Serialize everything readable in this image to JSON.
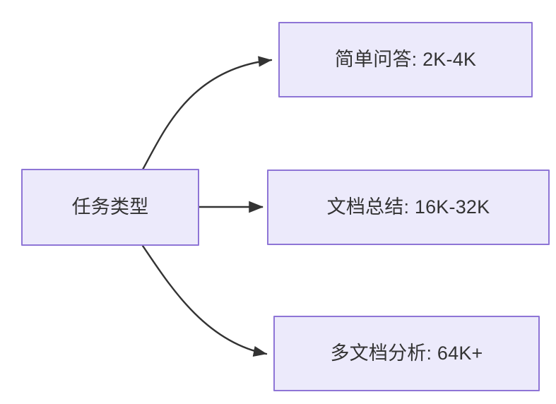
{
  "diagram": {
    "title": "任务类型",
    "type": "flowchart",
    "direction": "left-to-right",
    "background_color": "#FFFFFF",
    "node_fill_color": "#ECEAFB",
    "node_border_color": "#8E75D6",
    "node_text_color": "#333333",
    "edge_color": "#333333",
    "nodes": [
      {
        "id": "root",
        "label": "任务类型",
        "role": "source"
      },
      {
        "id": "simple-qa",
        "label": "简单问答: 2K-4K",
        "role": "target"
      },
      {
        "id": "doc-sum",
        "label": "文档总结: 16K-32K",
        "role": "target"
      },
      {
        "id": "multi-doc",
        "label": "多文档分析: 64K+",
        "role": "target"
      }
    ],
    "edges": [
      {
        "from": "root",
        "to": "simple-qa",
        "style": "curved",
        "arrowhead": "filled-triangle"
      },
      {
        "from": "root",
        "to": "doc-sum",
        "style": "straight",
        "arrowhead": "filled-triangle"
      },
      {
        "from": "root",
        "to": "multi-doc",
        "style": "curved",
        "arrowhead": "filled-triangle"
      }
    ]
  }
}
